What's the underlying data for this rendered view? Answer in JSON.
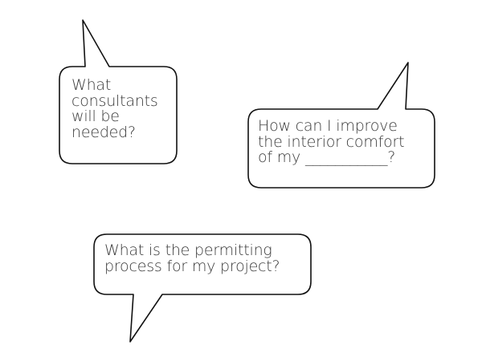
{
  "diagram": {
    "type": "speech-bubbles",
    "background": "#ffffff",
    "stroke_color": "#111111",
    "text_color": "#3a3a3a",
    "bubbles": [
      {
        "id": "consultants",
        "text": "What\nconsultants\nwill be\nneeded?",
        "tail_direction": "up"
      },
      {
        "id": "interior-comfort",
        "text": "How can I improve\nthe interior comfort\nof my ___________?",
        "tail_direction": "up-right"
      },
      {
        "id": "permitting",
        "text": "What is the permitting\nprocess for my project?",
        "tail_direction": "down"
      }
    ]
  }
}
